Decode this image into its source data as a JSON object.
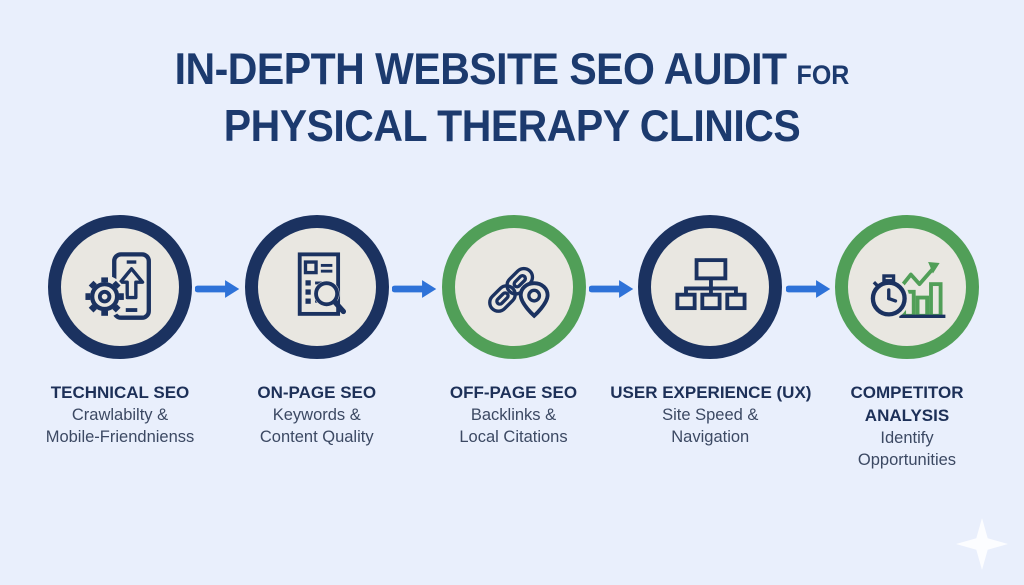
{
  "title": {
    "line1_main": "IN-DEPTH WEBSITE SEO AUDIT",
    "line1_suffix": "FOR",
    "line2": "PHYSICAL THERAPY CLINICS"
  },
  "colors": {
    "background": "#e9effc",
    "navy": "#1b3260",
    "green": "#519f58",
    "arrow_blue": "#2e72d8",
    "circle_fill": "#e9e7e1",
    "title_text": "#1c3a6e",
    "heading_text": "#1d3058",
    "subtitle_text": "#3c4963",
    "sparkle": "#fdfeff"
  },
  "steps": [
    {
      "heading": "TECHNICAL SEO",
      "heading_line2": "",
      "subtitle_line1": "Crawlabilty &",
      "subtitle_line2": "Mobile-Friendnienss",
      "ring": "navy",
      "icon": "mobile-gear"
    },
    {
      "heading": "ON-PAGE SEO",
      "heading_line2": "",
      "subtitle_line1": "Keywords &",
      "subtitle_line2": "Content Quality",
      "ring": "navy",
      "icon": "document-magnifier"
    },
    {
      "heading": "OFF-PAGE SEO",
      "heading_line2": "",
      "subtitle_line1": "Backlinks &",
      "subtitle_line2": "Local Citations",
      "ring": "green",
      "icon": "link-pin"
    },
    {
      "heading": "USER EXPERIENCE (UX)",
      "heading_line2": "",
      "subtitle_line1": "Site Speed &",
      "subtitle_line2": "Navigation",
      "ring": "navy",
      "icon": "sitemap"
    },
    {
      "heading": "COMPETITOR",
      "heading_line2": "ANALYSIS",
      "subtitle_line1": "Identify",
      "subtitle_line2": "Opportunities",
      "ring": "green",
      "icon": "stopwatch-chart"
    }
  ],
  "decor": {
    "sparkle_icon": "four-point-star"
  }
}
